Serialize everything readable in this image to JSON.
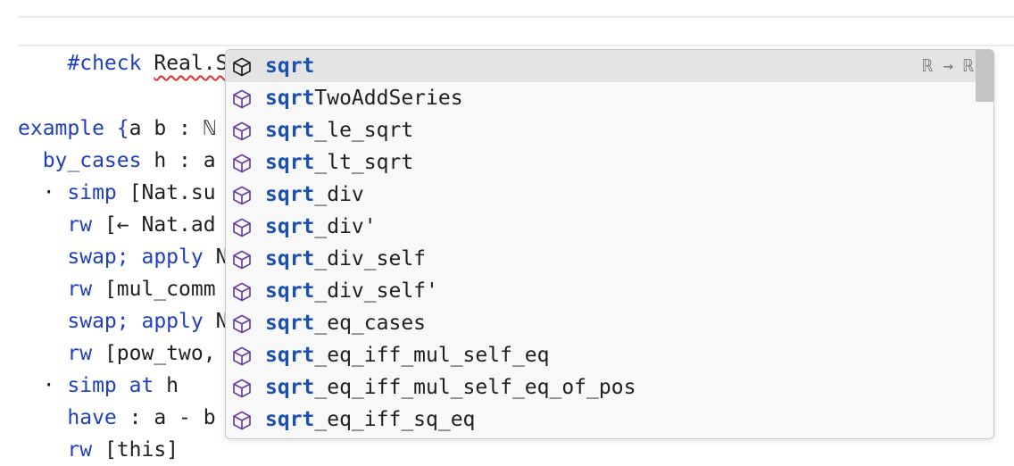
{
  "editor": {
    "input_line": {
      "directive": "#check",
      "typed": "Real.Sqrt"
    },
    "lines": [
      {
        "parts": [
          {
            "t": "example {",
            "c": "kw"
          },
          {
            "t": "a b : ℕ",
            "c": "dark"
          }
        ]
      },
      {
        "parts": [
          {
            "t": "  by_cases ",
            "c": "kw"
          },
          {
            "t": "h : a",
            "c": "dark"
          }
        ]
      },
      {
        "parts": [
          {
            "t": "  · ",
            "c": "dark"
          },
          {
            "t": "simp ",
            "c": "kw"
          },
          {
            "t": "[Nat.su",
            "c": "dark"
          }
        ]
      },
      {
        "parts": [
          {
            "t": "    rw ",
            "c": "kw"
          },
          {
            "t": "[← Nat.ad",
            "c": "dark"
          }
        ]
      },
      {
        "parts": [
          {
            "t": "    swap; apply ",
            "c": "kw"
          },
          {
            "t": "N",
            "c": "dark"
          }
        ]
      },
      {
        "parts": [
          {
            "t": "    rw ",
            "c": "kw"
          },
          {
            "t": "[mul_comm",
            "c": "dark"
          }
        ]
      },
      {
        "parts": [
          {
            "t": "    swap; apply ",
            "c": "kw"
          },
          {
            "t": "N",
            "c": "dark"
          }
        ]
      },
      {
        "parts": [
          {
            "t": "    rw ",
            "c": "kw"
          },
          {
            "t": "[pow_two,",
            "c": "dark"
          }
        ]
      },
      {
        "parts": [
          {
            "t": "  · ",
            "c": "dark"
          },
          {
            "t": "simp at ",
            "c": "kw"
          },
          {
            "t": "h",
            "c": "dark"
          }
        ]
      },
      {
        "parts": [
          {
            "t": "    have ",
            "c": "kw"
          },
          {
            "t": ": a - b",
            "c": "dark"
          }
        ]
      },
      {
        "parts": [
          {
            "t": "    rw ",
            "c": "kw"
          },
          {
            "t": "[this]",
            "c": "dark"
          }
        ]
      }
    ]
  },
  "suggestions": {
    "match": "sqrt",
    "items": [
      {
        "rest": "",
        "detail": "ℝ → ℝ",
        "selected": true
      },
      {
        "rest": "TwoAddSeries",
        "detail": "",
        "selected": false
      },
      {
        "rest": "_le_sqrt",
        "detail": "",
        "selected": false
      },
      {
        "rest": "_lt_sqrt",
        "detail": "",
        "selected": false
      },
      {
        "rest": "_div",
        "detail": "",
        "selected": false
      },
      {
        "rest": "_div'",
        "detail": "",
        "selected": false
      },
      {
        "rest": "_div_self",
        "detail": "",
        "selected": false
      },
      {
        "rest": "_div_self'",
        "detail": "",
        "selected": false
      },
      {
        "rest": "_eq_cases",
        "detail": "",
        "selected": false
      },
      {
        "rest": "_eq_iff_mul_self_eq",
        "detail": "",
        "selected": false
      },
      {
        "rest": "_eq_iff_mul_self_eq_of_pos",
        "detail": "",
        "selected": false
      },
      {
        "rest": "_eq_iff_sq_eq",
        "detail": "",
        "selected": false
      }
    ],
    "icon": "cube-icon",
    "icon_color_selected": "#1f1f1f",
    "icon_color": "#6b3fa0"
  }
}
